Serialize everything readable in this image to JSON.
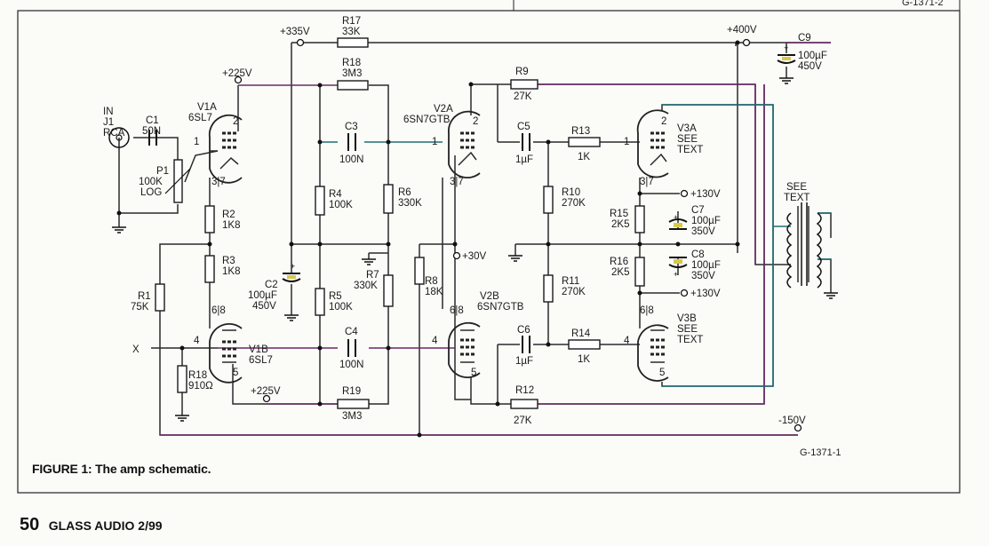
{
  "figure": {
    "caption": "FIGURE 1: The amp schematic.",
    "code_top": "G-1371-2",
    "code_bottom": "G-1371-1"
  },
  "footer": {
    "page": "50",
    "magazine": "GLASS AUDIO 2/99"
  },
  "labels": {
    "in": "IN",
    "j1": "J1",
    "rca": "RCA",
    "c1": "C1",
    "c1v": "50N",
    "p1": "P1",
    "p1v": "100K",
    "p1t": "LOG",
    "r2": "R2",
    "r2v": "1K8",
    "r3": "R3",
    "r3v": "1K8",
    "r1": "R1",
    "r1v": "75K",
    "r18b": "R18",
    "r18bv": "910Ω",
    "v1a": "V1A",
    "v1at": "6SL7",
    "v1b": "V1B",
    "v1bt": "6SL7",
    "x": "X",
    "b225a": "+225V",
    "b225b": "+225V",
    "b335": "+335V",
    "r17": "R17",
    "r17v": "33K",
    "r18": "R18",
    "r18v": "3M3",
    "c3": "C3",
    "c3v": "100N",
    "c4": "C4",
    "c4v": "100N",
    "r4": "R4",
    "r4v": "100K",
    "r5": "R5",
    "r5v": "100K",
    "r6": "R6",
    "r6v": "330K",
    "r7": "R7",
    "r7v": "330K",
    "c2": "C2",
    "c2v": "100µF",
    "c2w": "450V",
    "r19": "R19",
    "r19v": "3M3",
    "r8": "R8",
    "r8v": "18K",
    "b30": "+30V",
    "v2a": "V2A",
    "v2at": "6SN7GTB",
    "v2b": "V2B",
    "v2bt": "6SN7GTB",
    "r9": "R9",
    "r9v": "27K",
    "r12": "R12",
    "r12v": "27K",
    "c5": "C5",
    "c5v": "1µF",
    "c6": "C6",
    "c6v": "1µF",
    "r13": "R13",
    "r13v": "1K",
    "r14": "R14",
    "r14v": "1K",
    "r10": "R10",
    "r10v": "270K",
    "r11": "R11",
    "r11v": "270K",
    "b400": "+400V",
    "c9": "C9",
    "c9v": "100µF",
    "c9w": "450V",
    "v3a": "V3A",
    "v3as": "SEE",
    "v3at": "TEXT",
    "v3b": "V3B",
    "v3bs": "SEE",
    "v3bt": "TEXT",
    "b130a": "+130V",
    "b130b": "+130V",
    "r15": "R15",
    "r15v": "2K5",
    "r16": "R16",
    "r16v": "2K5",
    "c7": "C7",
    "c7v": "100µF",
    "c7w": "350V",
    "c8": "C8",
    "c8v": "100µF",
    "c8w": "350V",
    "xfmr1": "SEE",
    "xfmr2": "TEXT",
    "bm150": "-150V",
    "p1_1": "1",
    "p2_2": "2",
    "p3_37": "3|7",
    "p4": "4",
    "p68": "6|8",
    "p5": "5",
    "q1": "1",
    "q2": "2",
    "q37": "3|7",
    "q4": "4",
    "q68": "6|8",
    "q5": "5",
    "s1": "1",
    "s2": "2",
    "s37": "3|7",
    "s4": "4",
    "s68": "6|8",
    "s5": "5"
  }
}
